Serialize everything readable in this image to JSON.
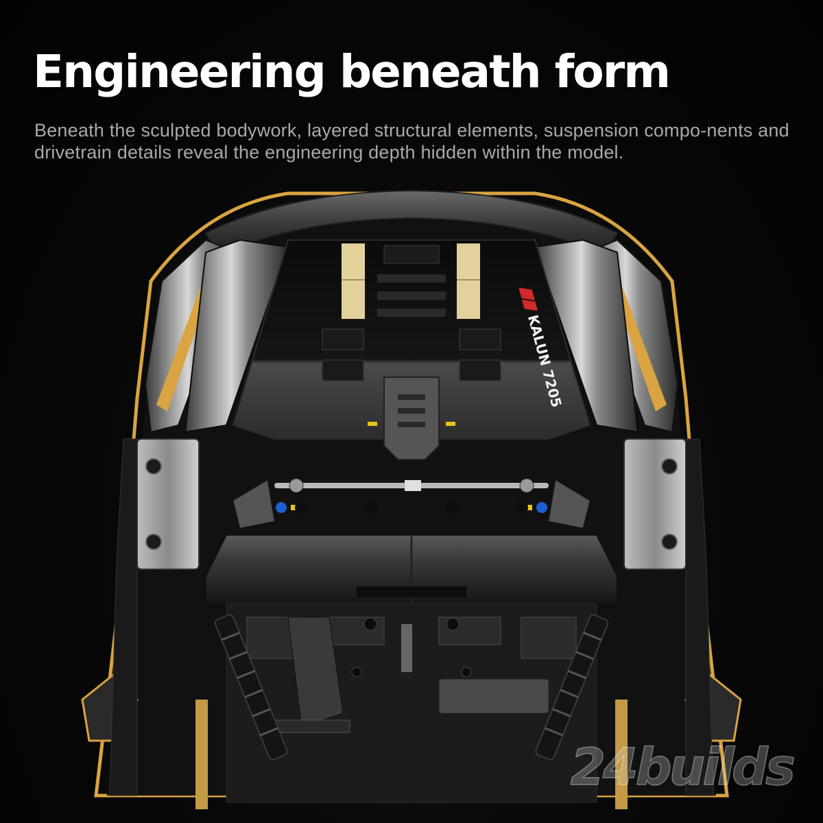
{
  "header": {
    "title": "Engineering beneath form",
    "description": "Beneath the sculpted bodywork, layered structural elements, suspension compo-nents and drivetrain details reveal the engineering depth hidden within the model."
  },
  "model": {
    "logo_text": "KALUN 7205"
  },
  "brand": {
    "watermark": "24builds"
  },
  "colors": {
    "background": "#050505",
    "accent_gold": "#d9a441",
    "tan_stripe": "#e3d19c",
    "blue_pin": "#1d5fd6",
    "yellow_pin": "#e8c51c"
  }
}
